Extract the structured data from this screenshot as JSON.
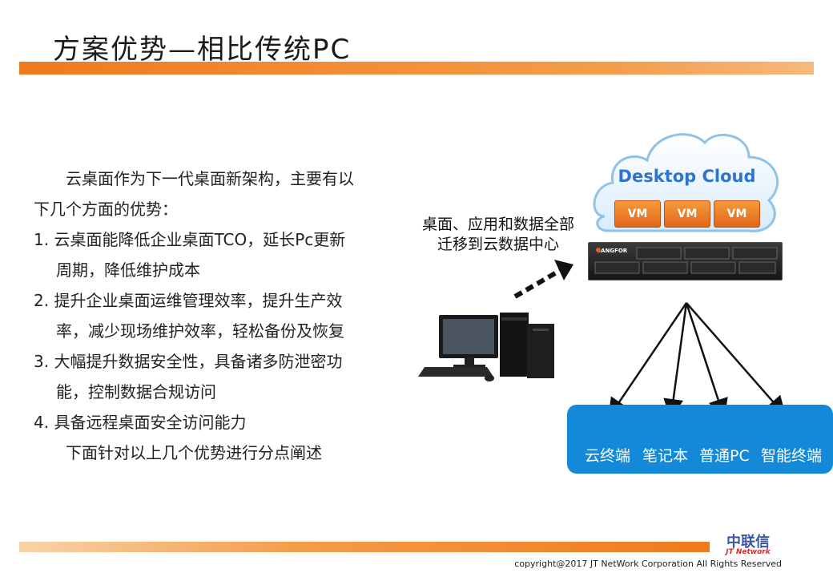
{
  "slide": {
    "title": "方案优势—相比传统PC"
  },
  "body": {
    "intro_line1": "云桌面作为下一代桌面新架构，主要有以",
    "intro_line2": "下几个方面的优势：",
    "items": [
      {
        "number": "1.",
        "line1": "云桌面能降低企业桌面TCO，延长Pc更新",
        "line2": "周期，降低维护成本"
      },
      {
        "number": "2.",
        "line1": "提升企业桌面运维管理效率，提升生产效",
        "line2": "率，减少现场维护效率，轻松备份及恢复"
      },
      {
        "number": "3.",
        "line1": "大幅提升数据安全性，具备诸多防泄密功",
        "line2": "能，控制数据合规访问"
      },
      {
        "number": "4.",
        "line1": "具备远程桌面安全访问能力",
        "line2": ""
      }
    ],
    "closing": "下面针对以上几个优势进行分点阐述"
  },
  "diagram": {
    "migrate_line1": "桌面、应用和数据全部",
    "migrate_line2": "迁移到云数据中心",
    "cloud_title": "Desktop Cloud",
    "vm_labels": [
      "VM",
      "VM",
      "VM"
    ],
    "server_brand": "SANGFOR",
    "devices": [
      "云终端",
      "笔记本",
      "普通PC",
      "智能终端"
    ],
    "colors": {
      "cloud_text": "#2e74c8",
      "vm_fill": "#f28a2e",
      "device_panel": "#1489d8",
      "accent_orange": "#f07a1e"
    }
  },
  "footer": {
    "logo_cn": "中联信",
    "logo_en": "JT Network",
    "copyright": "copyright@2017  JT NetWork Corporation All Rights Reserved"
  }
}
